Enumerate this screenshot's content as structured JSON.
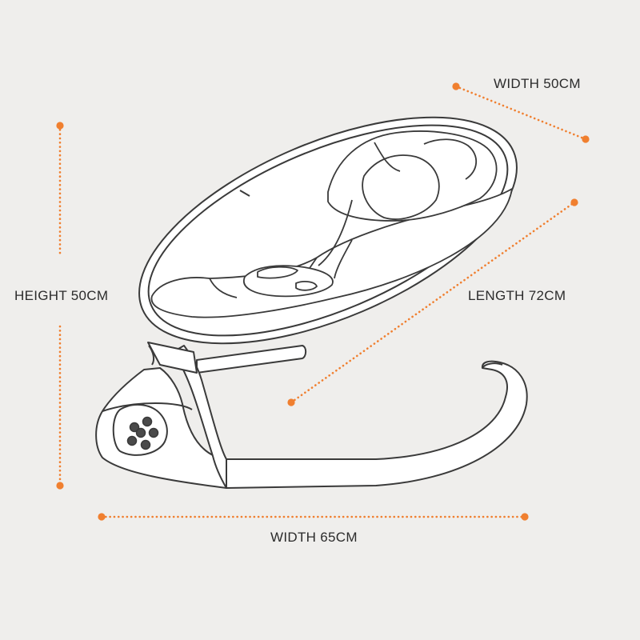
{
  "dimensions": {
    "width_top": "WIDTH 50CM",
    "height": "HEIGHT 50CM",
    "length": "LENGTH 72CM",
    "width_bottom": "WIDTH 65CM"
  },
  "colors": {
    "background": "#efeeec",
    "accent": "#f07f2f",
    "line": "#3a3a3a",
    "fill": "#ffffff"
  }
}
